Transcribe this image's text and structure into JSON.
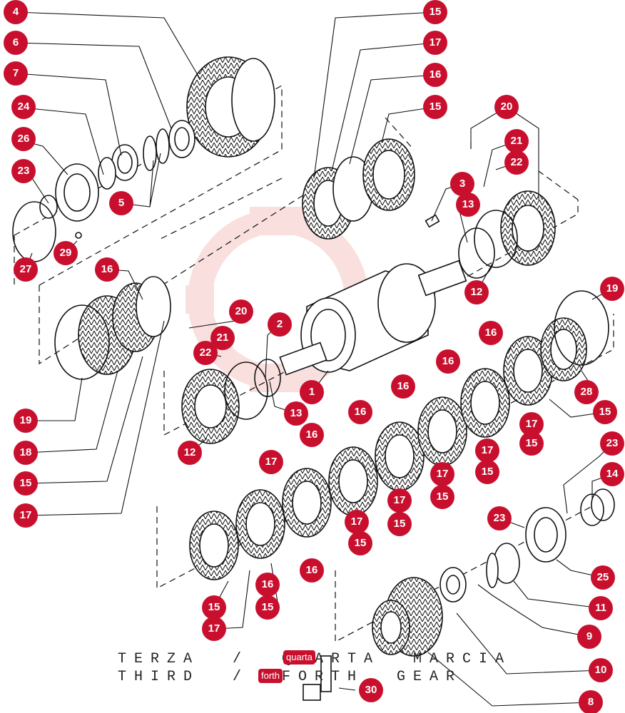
{
  "colors": {
    "callout": "#c8102e",
    "line": "#111111",
    "watermark": "#f7c5c5"
  },
  "captions": {
    "line1": "TERZA  /  QUARTA  MARCIA",
    "line2": "THIRD  /  FORTH  GEAR"
  },
  "tags": {
    "quarta": "quarta",
    "forth": "forth"
  },
  "callouts": [
    {
      "id": "c4",
      "label": "4"
    },
    {
      "id": "c6",
      "label": "6"
    },
    {
      "id": "c7",
      "label": "7"
    },
    {
      "id": "c24",
      "label": "24"
    },
    {
      "id": "c26",
      "label": "26"
    },
    {
      "id": "c23a",
      "label": "23"
    },
    {
      "id": "c5",
      "label": "5"
    },
    {
      "id": "c29",
      "label": "29"
    },
    {
      "id": "c27",
      "label": "27"
    },
    {
      "id": "c15a",
      "label": "15"
    },
    {
      "id": "c17a",
      "label": "17"
    },
    {
      "id": "c16a",
      "label": "16"
    },
    {
      "id": "c15b",
      "label": "15"
    },
    {
      "id": "c20a",
      "label": "20"
    },
    {
      "id": "c21a",
      "label": "21"
    },
    {
      "id": "c22a",
      "label": "22"
    },
    {
      "id": "c3",
      "label": "3"
    },
    {
      "id": "c13a",
      "label": "13"
    },
    {
      "id": "c12a",
      "label": "12"
    },
    {
      "id": "c16b",
      "label": "16"
    },
    {
      "id": "c20b",
      "label": "20"
    },
    {
      "id": "c2",
      "label": "2"
    },
    {
      "id": "c21b",
      "label": "21"
    },
    {
      "id": "c22b",
      "label": "22"
    },
    {
      "id": "c1",
      "label": "1"
    },
    {
      "id": "c13b",
      "label": "13"
    },
    {
      "id": "c12b",
      "label": "12"
    },
    {
      "id": "c19a",
      "label": "19"
    },
    {
      "id": "c18",
      "label": "18"
    },
    {
      "id": "c15c",
      "label": "15"
    },
    {
      "id": "c17b",
      "label": "17"
    },
    {
      "id": "c19b",
      "label": "19"
    },
    {
      "id": "c16c",
      "label": "16"
    },
    {
      "id": "c16d",
      "label": "16"
    },
    {
      "id": "c16e",
      "label": "16"
    },
    {
      "id": "c28",
      "label": "28"
    },
    {
      "id": "c15d",
      "label": "15"
    },
    {
      "id": "c16f",
      "label": "16"
    },
    {
      "id": "c17c",
      "label": "17"
    },
    {
      "id": "c17d",
      "label": "17"
    },
    {
      "id": "c15e",
      "label": "15"
    },
    {
      "id": "c16g",
      "label": "16"
    },
    {
      "id": "c17e",
      "label": "17"
    },
    {
      "id": "c15f",
      "label": "15"
    },
    {
      "id": "c17f",
      "label": "17"
    },
    {
      "id": "c15g",
      "label": "15"
    },
    {
      "id": "c17g",
      "label": "17"
    },
    {
      "id": "c15h",
      "label": "15"
    },
    {
      "id": "c17h",
      "label": "17"
    },
    {
      "id": "c15i",
      "label": "15"
    },
    {
      "id": "c16h",
      "label": "16"
    },
    {
      "id": "c23b",
      "label": "23"
    },
    {
      "id": "c14",
      "label": "14"
    },
    {
      "id": "c23c",
      "label": "23"
    },
    {
      "id": "c25",
      "label": "25"
    },
    {
      "id": "c16i",
      "label": "16"
    },
    {
      "id": "c15j",
      "label": "15"
    },
    {
      "id": "c15k",
      "label": "15"
    },
    {
      "id": "c17i",
      "label": "17"
    },
    {
      "id": "c11",
      "label": "11"
    },
    {
      "id": "c9",
      "label": "9"
    },
    {
      "id": "c10",
      "label": "10"
    },
    {
      "id": "c30",
      "label": "30"
    },
    {
      "id": "c8",
      "label": "8"
    }
  ]
}
